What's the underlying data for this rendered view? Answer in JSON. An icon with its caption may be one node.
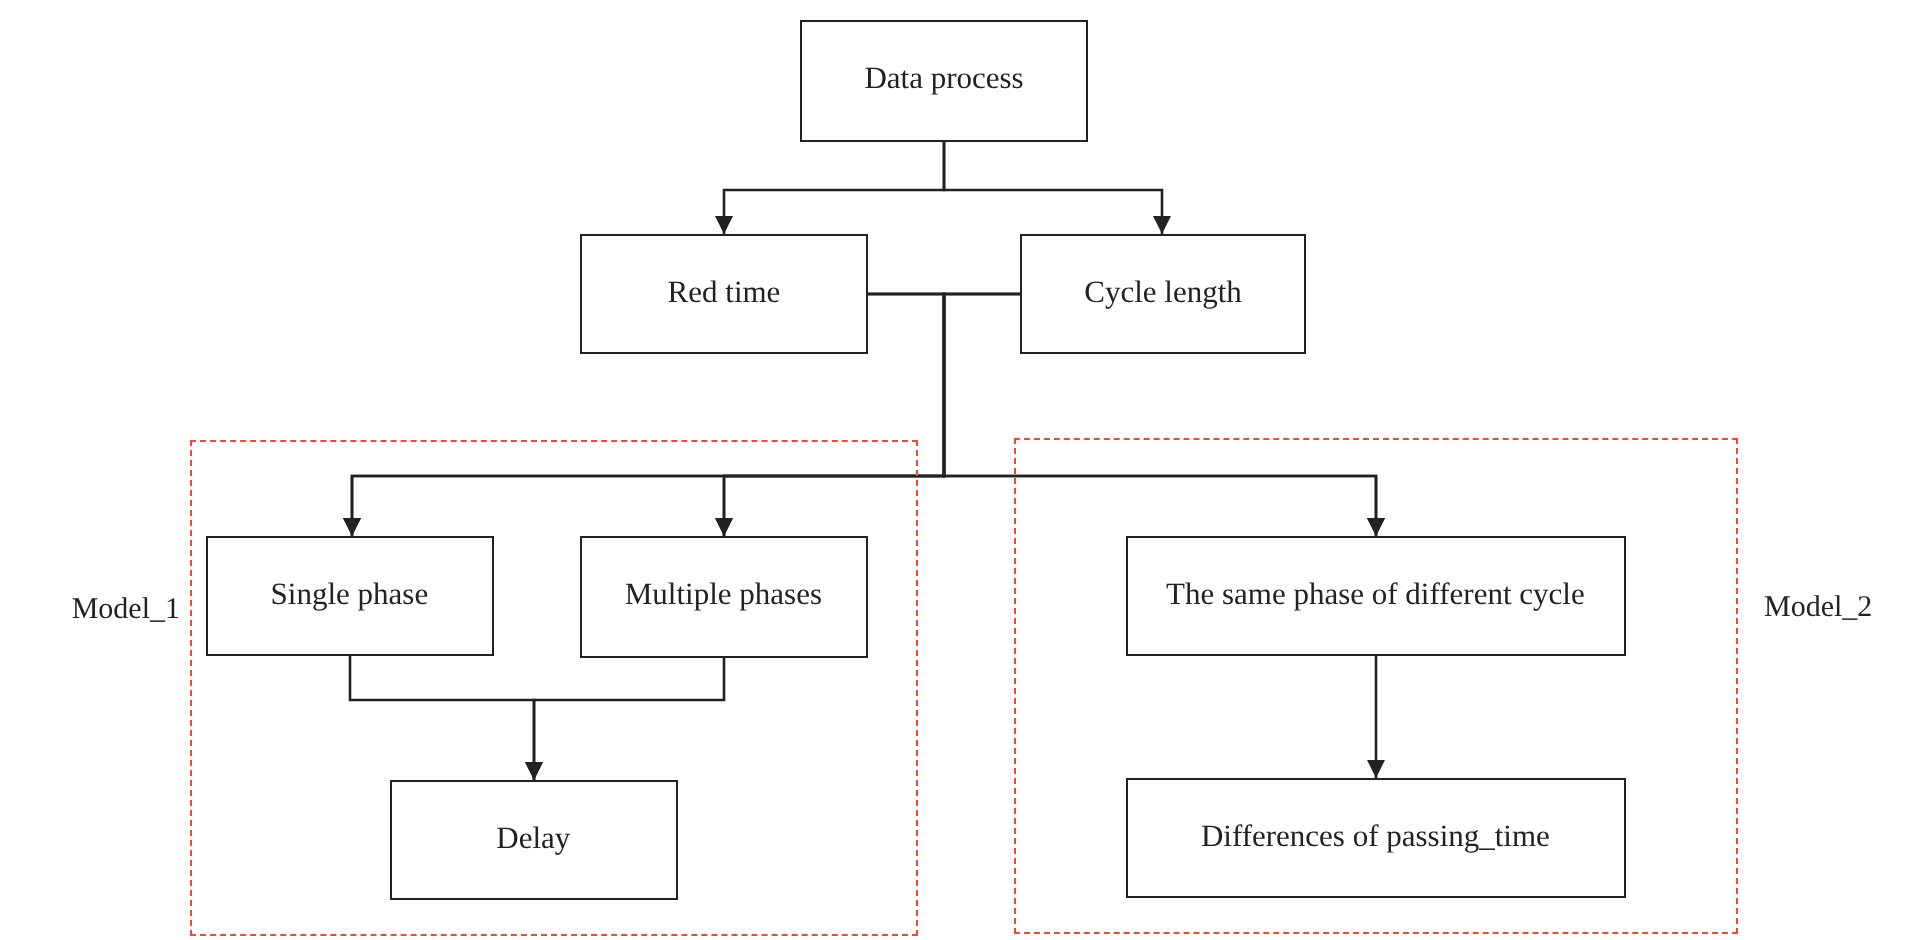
{
  "diagram": {
    "nodes": [
      {
        "text": [
          "Data process"
        ]
      },
      {
        "text": [
          "Red time"
        ]
      },
      {
        "text": [
          "Cycle length"
        ]
      },
      {
        "text": [
          "Model_1"
        ]
      },
      {
        "text": [
          "Single phase"
        ],
        "in": 3
      },
      {
        "text": [
          "Multiple phases"
        ],
        "in": 3
      },
      {
        "text": [
          "Delay"
        ],
        "in": 3
      },
      {
        "text": [
          "Model_2"
        ]
      },
      {
        "text": [
          "The same phase of different cycle"
        ],
        "in": 7
      },
      {
        "text": [
          "Differences of passing_time"
        ],
        "in": 7
      }
    ],
    "edges": [
      {
        "from": 0,
        "to": 1,
        "arrow": "to"
      },
      {
        "from": 0,
        "to": 2,
        "arrow": "to"
      },
      {
        "from": 1,
        "to": 4,
        "arrow": "to"
      },
      {
        "from": 1,
        "to": 5,
        "arrow": "to"
      },
      {
        "from": 1,
        "to": 8,
        "arrow": "to"
      },
      {
        "from": 2,
        "to": 4,
        "arrow": "to"
      },
      {
        "from": 2,
        "to": 5,
        "arrow": "to"
      },
      {
        "from": 2,
        "to": 8,
        "arrow": "to"
      },
      {
        "from": 4,
        "to": 6,
        "arrow": "to"
      },
      {
        "from": 5,
        "to": 6,
        "arrow": "to"
      },
      {
        "from": 8,
        "to": 9,
        "arrow": "to"
      }
    ]
  }
}
